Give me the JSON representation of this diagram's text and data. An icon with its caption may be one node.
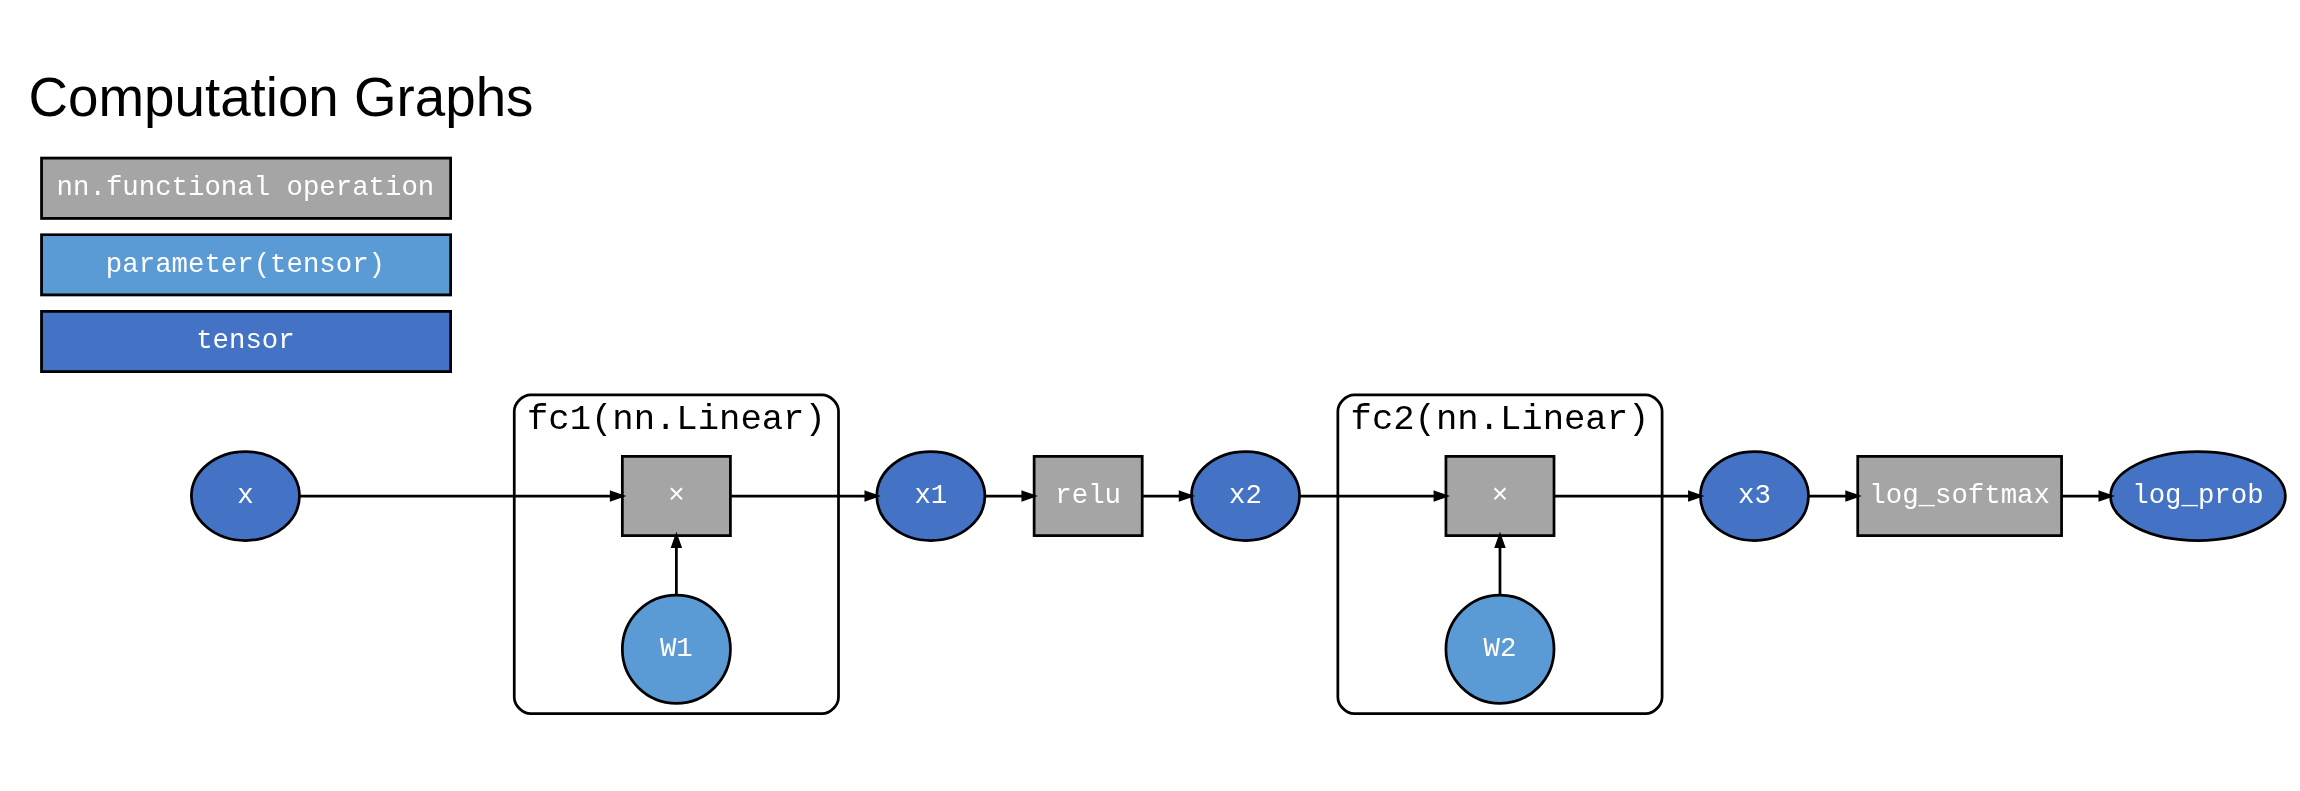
{
  "diagram": {
    "title": "Computation Graphs",
    "nodes": [
      {
        "text": [
          "fc1(nn.Linear)"
        ]
      },
      {
        "text": [
          "W1"
        ],
        "in": 0
      },
      {
        "text": [
          "×"
        ],
        "in": 0
      },
      {
        "text": [
          "x"
        ]
      },
      {
        "text": [
          "x1"
        ]
      },
      {
        "text": [
          "relu"
        ]
      },
      {
        "text": [
          "x2"
        ]
      },
      {
        "text": [
          "fc2(nn.Linear)"
        ]
      },
      {
        "text": [
          "W2"
        ],
        "in": 7
      },
      {
        "text": [
          "×"
        ],
        "in": 7
      },
      {
        "text": [
          "x3"
        ]
      },
      {
        "text": [
          "log_softmax"
        ]
      },
      {
        "text": [
          "log_prob"
        ]
      }
    ],
    "edges": [
      {
        "from": 1,
        "to": 2,
        "arrow": "to"
      },
      {
        "from": 3,
        "to": 2,
        "arrow": "to"
      },
      {
        "from": 2,
        "to": 4,
        "arrow": "to"
      },
      {
        "from": 4,
        "to": 5,
        "arrow": "to"
      },
      {
        "from": 5,
        "to": 6,
        "arrow": "to"
      },
      {
        "from": 8,
        "to": 9,
        "arrow": "to"
      },
      {
        "from": 6,
        "to": 9,
        "arrow": "to"
      },
      {
        "from": 9,
        "to": 10,
        "arrow": "to"
      },
      {
        "from": 10,
        "to": 11,
        "arrow": "to"
      },
      {
        "from": 11,
        "to": 12,
        "arrow": "to"
      }
    ],
    "legend": [
      {
        "text": "nn.functional operation",
        "color": "#a5a5a5"
      },
      {
        "text": "parameter(tensor)",
        "color": "#5b9bd5"
      },
      {
        "text": "tensor",
        "color": "#4472c4"
      }
    ]
  }
}
